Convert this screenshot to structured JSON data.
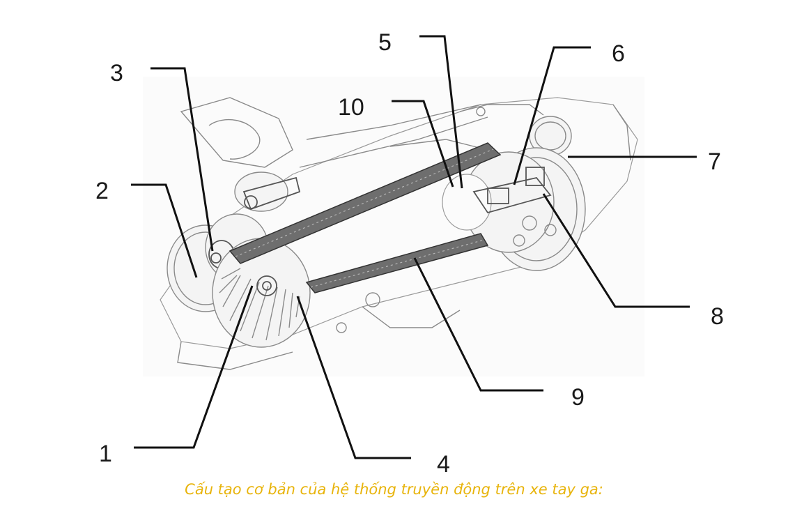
{
  "figure": {
    "labels": [
      "1",
      "2",
      "3",
      "4",
      "5",
      "6",
      "7",
      "8",
      "9",
      "10"
    ],
    "caption": "Cấu tạo cơ bản của hệ thống truyền động trên xe tay ga:",
    "caption_color": "#e8b40c"
  }
}
